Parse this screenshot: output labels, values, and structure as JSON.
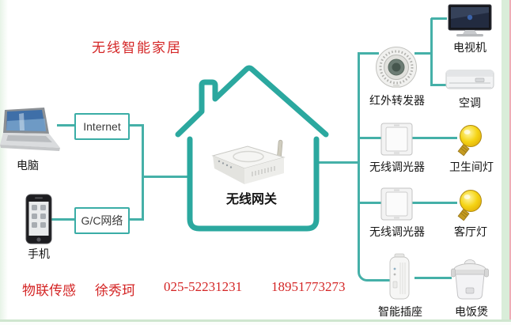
{
  "page": {
    "title": "无线智能家居"
  },
  "colors": {
    "teal_house": "#2ba89f",
    "teal_line": "#45b0a8",
    "red_text": "#d42525",
    "bulb_yellow": "#f2cf1a"
  },
  "left_column": {
    "computer_label": "电脑",
    "phone_label": "手机",
    "internet_box": "Internet",
    "network_box": "G/C网络"
  },
  "gateway": {
    "label": "无线网关"
  },
  "right_column": {
    "ir_repeater": "红外转发器",
    "tv": "电视机",
    "air_conditioner": "空调",
    "dimmer_1": "无线调光器",
    "bathroom_light": "卫生间灯",
    "dimmer_2": "无线调光器",
    "living_room_light": "客厅灯",
    "smart_socket": "智能插座",
    "rice_cooker": "电饭煲"
  },
  "footer": {
    "company": "物联传感",
    "contact_name": "徐秀珂",
    "telephone": "025-52231231",
    "mobile": "18951773273"
  }
}
